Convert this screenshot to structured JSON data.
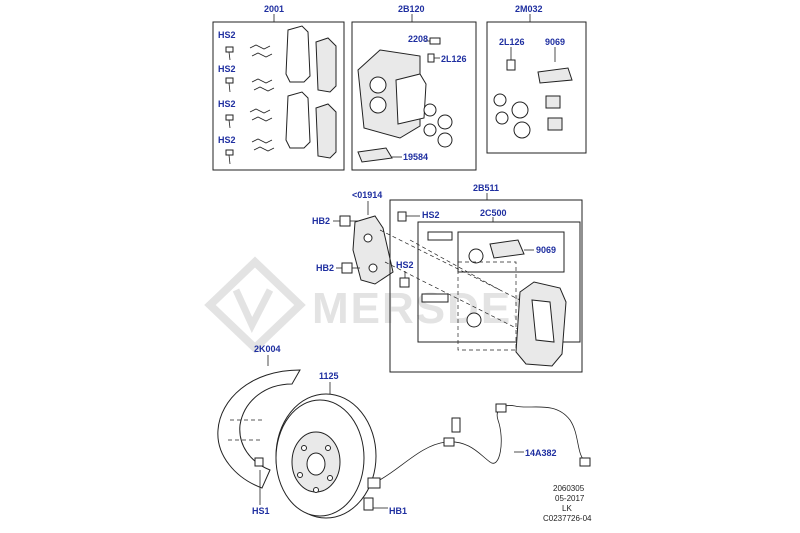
{
  "watermark": {
    "text": "MERSDES"
  },
  "callouts": {
    "group_2001": "2001",
    "group_2B120": "2B120",
    "group_2M032": "2M032",
    "hs2_a": "HS2",
    "hs2_b": "HS2",
    "hs2_c": "HS2",
    "hs2_d": "HS2",
    "part_2208": "2208",
    "part_2L126_a": "2L126",
    "part_19584": "19584",
    "part_2L126_b": "2L126",
    "part_9069_a": "9069",
    "part_01914": "<01914",
    "group_2B511": "2B511",
    "hb2_a": "HB2",
    "hb2_b": "HB2",
    "hs2_e": "HS2",
    "hs2_f": "HS2",
    "group_2C500": "2C500",
    "part_9069_b": "9069",
    "part_2K004": "2K004",
    "part_1125": "1125",
    "part_14A382": "14A382",
    "hs1": "HS1",
    "hb1": "HB1"
  },
  "drawing_info": {
    "line1": "2060305",
    "line2": "05-2017",
    "line3": "LK",
    "line4": "C0237726-04"
  }
}
